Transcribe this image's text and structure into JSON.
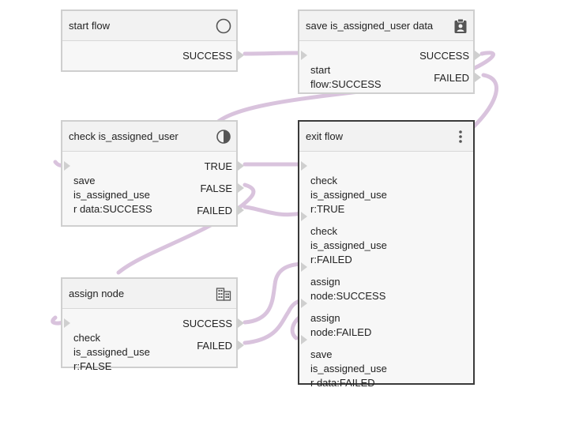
{
  "colors": {
    "wire": "#d9c3dd",
    "node_border": "#cfcfcf",
    "selected_border": "#3a3a3a"
  },
  "nodes": {
    "start_flow": {
      "title": "start flow",
      "icon": "circle-outline-icon",
      "outputs": [
        "SUCCESS"
      ]
    },
    "save_data": {
      "title": "save is_assigned_user data",
      "icon": "clipboard-account-icon",
      "inputs": [
        "start\nflow:SUCCESS"
      ],
      "outputs": [
        "SUCCESS",
        "FAILED"
      ]
    },
    "check_user": {
      "title": "check is_assigned_user",
      "icon": "half-circle-icon",
      "inputs": [
        "save\nis_assigned_use\nr data:SUCCESS"
      ],
      "outputs": [
        "TRUE",
        "FALSE",
        "FAILED"
      ]
    },
    "exit_flow": {
      "title": "exit flow",
      "icon": "more-vert-icon",
      "inputs": [
        "check\nis_assigned_use\nr:TRUE",
        "check\nis_assigned_use\nr:FAILED",
        "assign\nnode:SUCCESS",
        "assign\nnode:FAILED",
        "save\nis_assigned_use\nr data:FAILED"
      ]
    },
    "assign_node": {
      "title": "assign node",
      "icon": "building-icon",
      "inputs": [
        "check\nis_assigned_use\nr:FALSE"
      ],
      "outputs": [
        "SUCCESS",
        "FAILED"
      ]
    }
  }
}
